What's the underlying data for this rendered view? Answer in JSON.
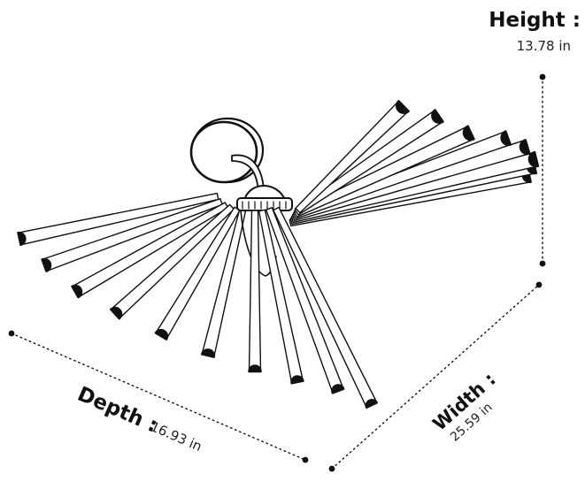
{
  "dimensions": {
    "height": {
      "label": "Height :",
      "value": "13.78 in"
    },
    "depth": {
      "label": "Depth :",
      "value": "16.93 in"
    },
    "width": {
      "label": "Width :",
      "value": "25.59 in"
    }
  },
  "colors": {
    "ink": "#111111",
    "paper": "#ffffff"
  },
  "illustration": {
    "subject": "wall-mounted-fan-hanger-icon"
  }
}
